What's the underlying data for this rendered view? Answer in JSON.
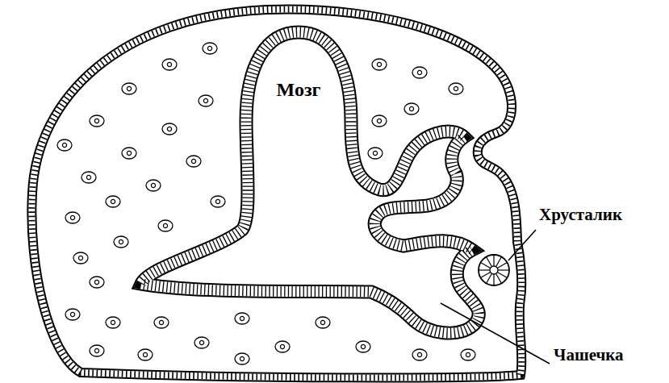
{
  "diagram": {
    "labels": [
      "Мозг",
      "Хрусталик",
      "Чашечка"
    ]
  }
}
